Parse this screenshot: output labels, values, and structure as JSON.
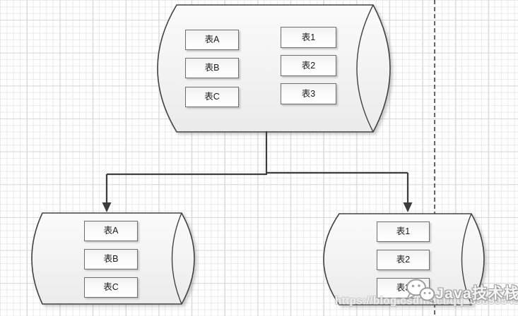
{
  "diagram": {
    "type": "database-vertical-split-flow",
    "top_database": {
      "left_tables": [
        "表A",
        "表B",
        "表C"
      ],
      "right_tables": [
        "表1",
        "表2",
        "表3"
      ]
    },
    "bottom_left_database": {
      "tables": [
        "表A",
        "表B",
        "表C"
      ]
    },
    "bottom_right_database": {
      "tables": [
        "表1",
        "表2",
        "表3"
      ]
    }
  },
  "watermark": {
    "brand": "Java技术栈",
    "url": "https://blog.csdn.net/qq_39890545",
    "icon": "wechat-icon"
  },
  "colors": {
    "shape_stroke": "#424242",
    "shape_fill_light": "#fafafa",
    "shape_fill_dark": "#ececec",
    "box_border": "#6e6e6e",
    "connector": "#3d3d3d",
    "grid_minor": "#eaeaea",
    "grid_major": "#d8d8d8",
    "page_break_line": "#1a1a1a",
    "watermark_gray": "#9a9a9a"
  }
}
